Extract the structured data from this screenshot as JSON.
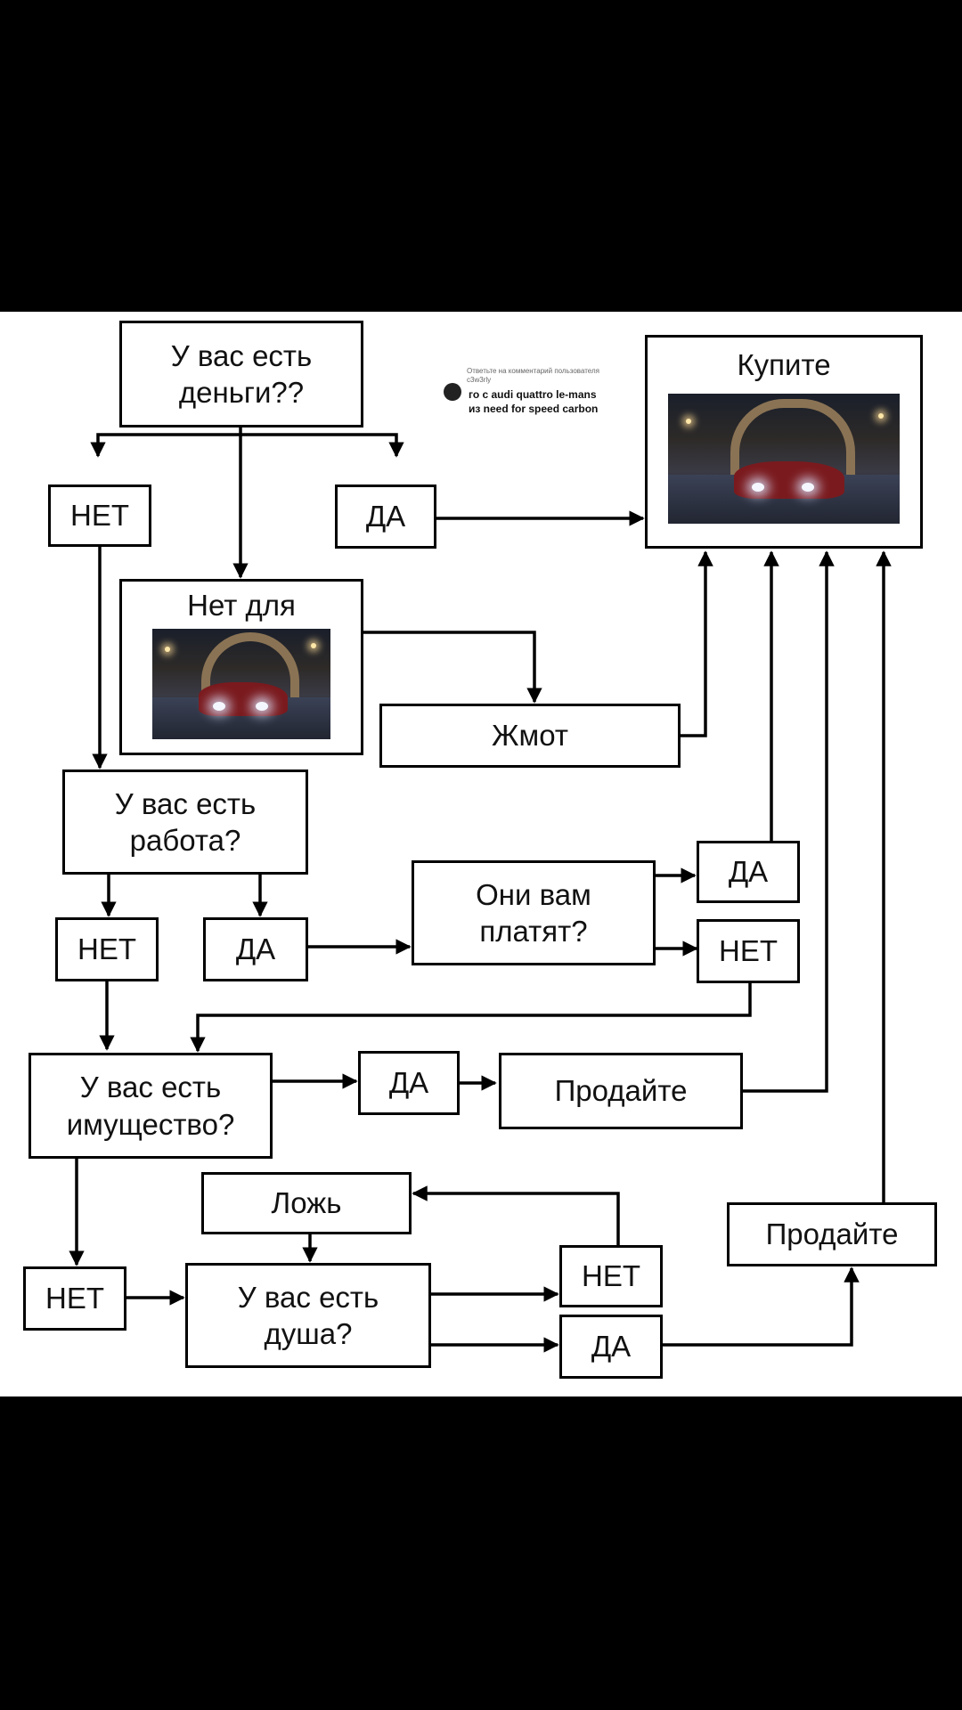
{
  "nodes": {
    "money_question": "У вас есть\nденьги??",
    "buy": "Купите",
    "no_1": "НЕТ",
    "yes_1": "ДА",
    "not_for": "Нет для",
    "stingy": "Жмот",
    "job_question": "У вас есть\nработа?",
    "no_2": "НЕТ",
    "yes_2": "ДА",
    "paid_question": "Они вам\nплатят?",
    "yes_3": "ДА",
    "no_3": "НЕТ",
    "property_question": "У вас есть\nимущество?",
    "yes_4": "ДА",
    "sell_1": "Продайте",
    "lie": "Ложь",
    "no_4": "НЕТ",
    "soul_question": "У вас есть\nдуша?",
    "no_5": "НЕТ",
    "yes_5": "ДА",
    "sell_2": "Продайте"
  },
  "comment": {
    "reply_line": "Ответьте на комментарий пользователя c3w3rly",
    "text": "го с audi quattro le-mans из need for speed carbon"
  },
  "colors": {
    "background": "#000000",
    "diagram": "#ffffff",
    "stroke": "#000000"
  },
  "icons": [
    "car-image",
    "avatar-icon"
  ]
}
